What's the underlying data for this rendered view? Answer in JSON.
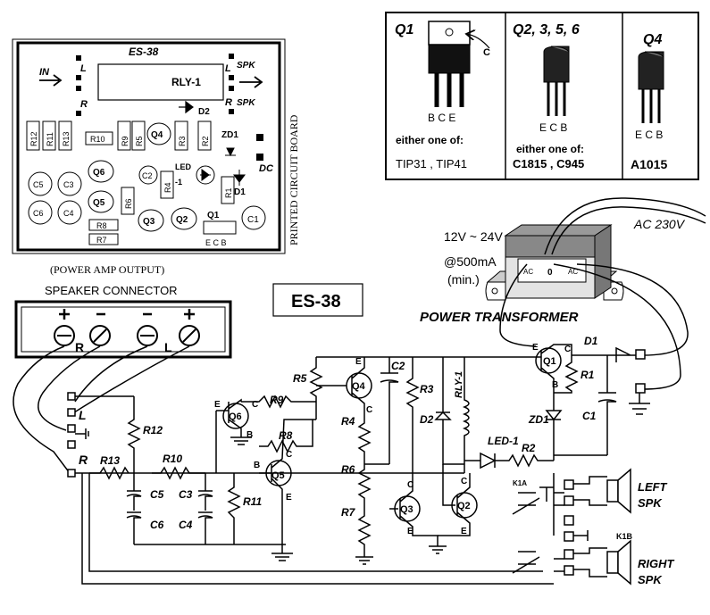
{
  "pcb": {
    "model": "ES-38",
    "relay": "RLY-1",
    "in": "IN",
    "spk": "SPK",
    "l": "L",
    "r": "R",
    "side_label": "PRINTED CIRCUIT BOARD",
    "r12": "R12",
    "r11": "R11",
    "r13": "R13",
    "r10": "R10",
    "r9": "R9",
    "r5": "R5",
    "r3": "R3",
    "r2": "R2",
    "r6": "R6",
    "r4": "R4",
    "r1": "R1",
    "r8": "R8",
    "r7": "R7",
    "q4": "Q4",
    "q6": "Q6",
    "q5": "Q5",
    "q3": "Q3",
    "q2": "Q2",
    "q1": "Q1",
    "c5": "C5",
    "c3": "C3",
    "c6": "C6",
    "c4": "C4",
    "c2": "C2",
    "c1": "C1",
    "d2": "D2",
    "zd1": "ZD1",
    "d1": "D1",
    "dc": "DC",
    "led": "LED",
    "led_minus": "-1",
    "ecb": "E C B"
  },
  "transistors": {
    "q1_title": "Q1",
    "q1_pins": "B C E",
    "q1_c": "C",
    "q1_either": "either one of:",
    "q1_parts": "TIP31 , TIP41",
    "q2_title": "Q2, 3, 5, 6",
    "q2_pins": "E C B",
    "q2_either": "either one of:",
    "q2_parts": "C1815 , C945",
    "q4_title": "Q4",
    "q4_pins": "E C B",
    "q4_parts": "A1015"
  },
  "transformer": {
    "voltage": "12V ~ 24V",
    "current": "@500mA",
    "min": "(min.)",
    "ac_in": "AC 230V",
    "label": "POWER TRANSFORMER",
    "ac_left": "AC",
    "zero": "0",
    "ac_right": "AC"
  },
  "speaker_connector": {
    "header1": "(POWER AMP OUTPUT)",
    "header2": "SPEAKER CONNECTOR",
    "r": "R",
    "l": "L"
  },
  "title_box": "ES-38",
  "schematic": {
    "q1": "Q1",
    "q2": "Q2",
    "q3": "Q3",
    "q4": "Q4",
    "q5": "Q5",
    "q6": "Q6",
    "r1": "R1",
    "r2": "R2",
    "r3": "R3",
    "r4": "R4",
    "r5": "R5",
    "r6": "R6",
    "r7": "R7",
    "r8": "R8",
    "r9": "R9",
    "r10": "R10",
    "r11": "R11",
    "r12": "R12",
    "r13": "R13",
    "c1": "C1",
    "c2": "C2",
    "c3": "C3",
    "c4": "C4",
    "c5": "C5",
    "c6": "C6",
    "d1": "D1",
    "d2": "D2",
    "zd1": "ZD1",
    "led1": "LED-1",
    "rly1": "RLY-1",
    "k1a": "K1A",
    "k1b": "K1B",
    "left_spk_1": "LEFT",
    "left_spk_2": "SPK",
    "right_spk_1": "RIGHT",
    "right_spk_2": "SPK",
    "in_l": "L",
    "in_r": "R",
    "pin_e": "E",
    "pin_b": "B",
    "pin_c": "C"
  }
}
